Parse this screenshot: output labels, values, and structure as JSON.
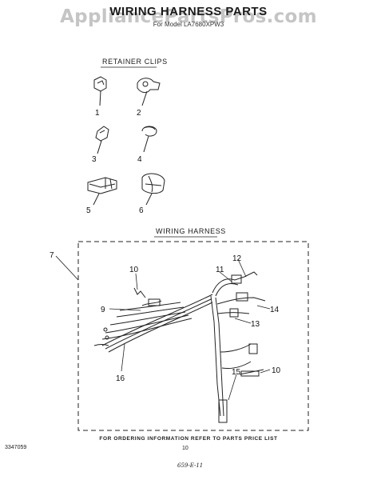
{
  "header": {
    "title": "WIRING HARNESS PARTS",
    "model_line": "For Model LA7680XPW3",
    "watermark": "AppliancePartsPros.com"
  },
  "sections": {
    "retainer_clips": "RETAINER CLIPS",
    "wiring_harness": "WIRING HARNESS"
  },
  "callouts": {
    "c1": "1",
    "c2": "2",
    "c3": "3",
    "c4": "4",
    "c5": "5",
    "c6": "6",
    "c7": "7",
    "c9": "9",
    "c10a": "10",
    "c10b": "10",
    "c11": "11",
    "c12": "12",
    "c13": "13",
    "c14": "14",
    "c15": "15",
    "c16": "16"
  },
  "footer": {
    "note": "FOR ORDERING INFORMATION REFER TO PARTS PRICE LIST",
    "doc_number": "3347059",
    "page_number": "10",
    "handwritten": "659-E-11"
  },
  "colors": {
    "ink": "#1a1a1a",
    "watermark": "#969696"
  }
}
